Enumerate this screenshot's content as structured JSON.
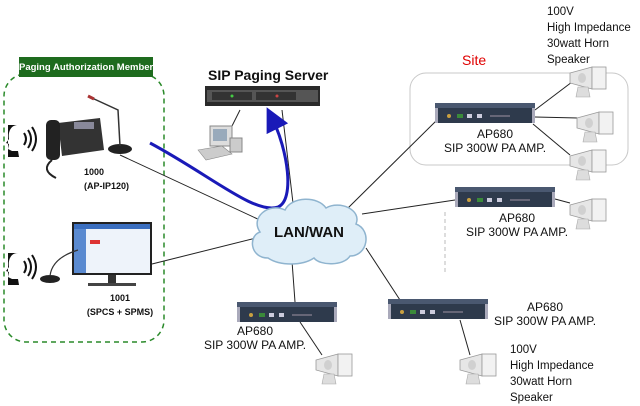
{
  "group": {
    "title": "Paging Authorization Members",
    "color": "#1e6b1e"
  },
  "server": {
    "title": "SIP Paging Server"
  },
  "network": {
    "label": "LAN/WAN"
  },
  "site": {
    "label": "Site",
    "color": "#e00000"
  },
  "terminals": [
    {
      "id": "1000",
      "model": "(AP-IP120)"
    },
    {
      "id": "1001",
      "model": "(SPCS + SPMS)"
    }
  ],
  "amplifiers": [
    {
      "model": "AP680",
      "desc": "SIP 300W PA AMP."
    },
    {
      "model": "AP680",
      "desc": "SIP 300W PA AMP."
    },
    {
      "model": "AP680",
      "desc": "SIP 300W PA AMP."
    },
    {
      "model": "AP680",
      "desc": "SIP 300W PA AMP."
    }
  ],
  "speaker_spec_top": [
    "100V",
    "High Impedance",
    "30watt Horn",
    "Speaker"
  ],
  "speaker_spec_bottom": [
    "100V",
    "High Impedance",
    "30watt Horn",
    "Speaker"
  ],
  "paging_path_color": "#1a1ab8"
}
